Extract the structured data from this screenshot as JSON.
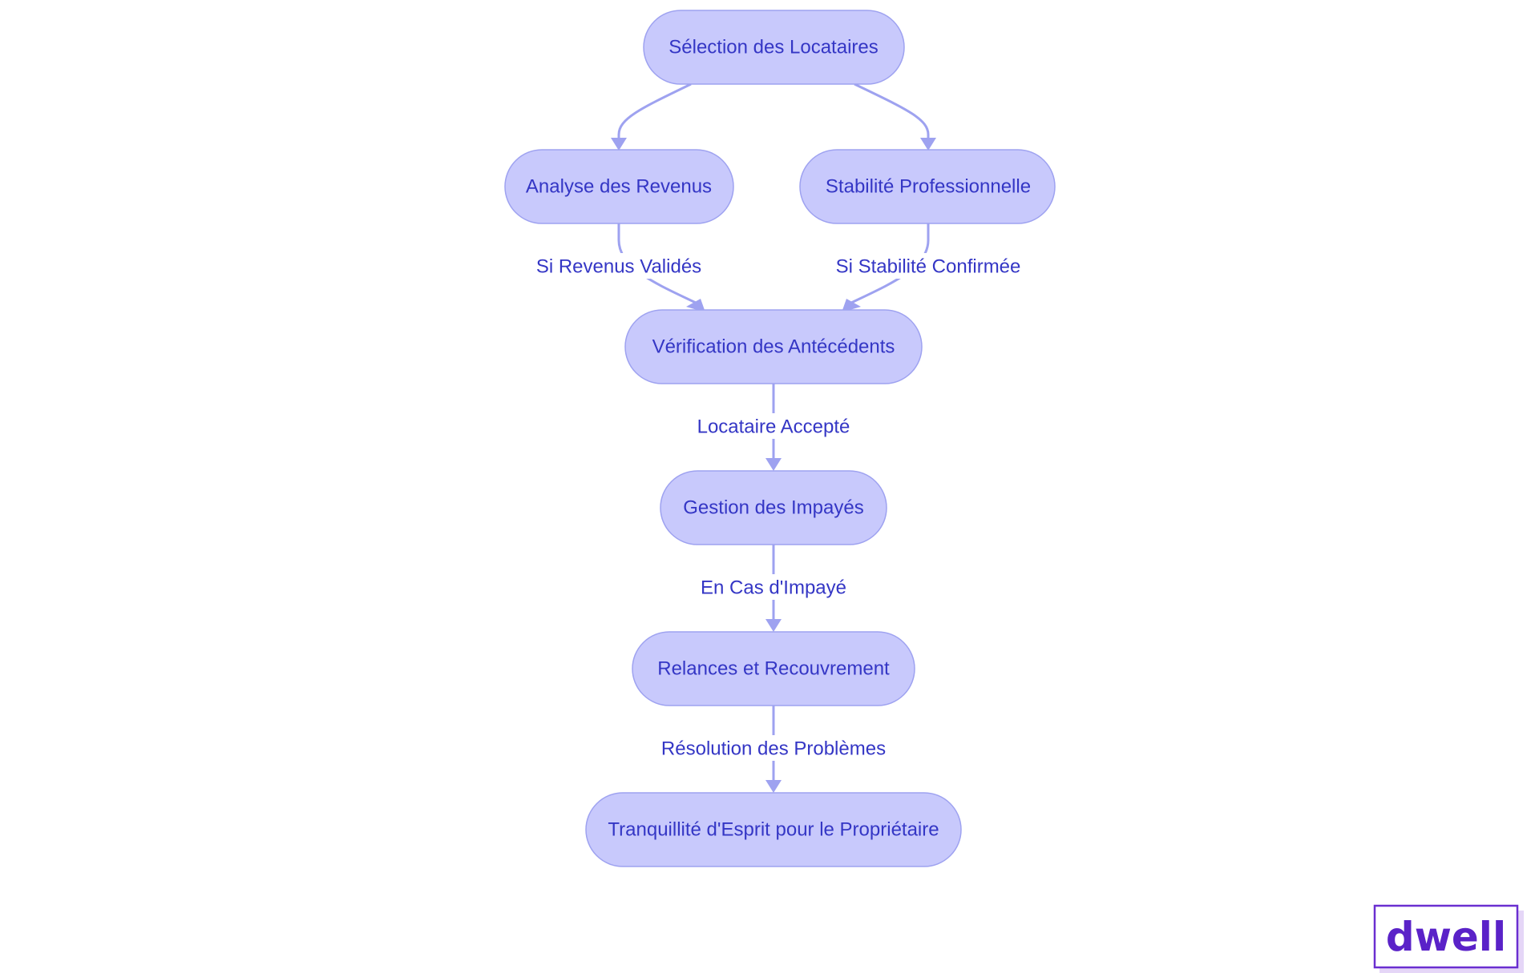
{
  "diagram": {
    "nodes": {
      "selection": "Sélection des Locataires",
      "revenus": "Analyse des Revenus",
      "stabilite": "Stabilité Professionnelle",
      "verification": "Vérification des Antécédents",
      "impayes": "Gestion des Impayés",
      "relances": "Relances et Recouvrement",
      "tranquillite": "Tranquillité d'Esprit pour le Propriétaire"
    },
    "edges": {
      "revenus_valides": "Si Revenus Validés",
      "stabilite_confirmee": "Si Stabilité Confirmée",
      "locataire_accepte": "Locataire Accepté",
      "cas_impaye": "En Cas d'Impayé",
      "resolution": "Résolution des Problèmes"
    }
  },
  "logo": {
    "text": "dwell"
  },
  "colors": {
    "node_fill": "#c8c9fc",
    "node_stroke": "#9ea2f0",
    "text": "#3436c5",
    "edge": "#9ea2f0",
    "logo": "#5a22c8"
  }
}
